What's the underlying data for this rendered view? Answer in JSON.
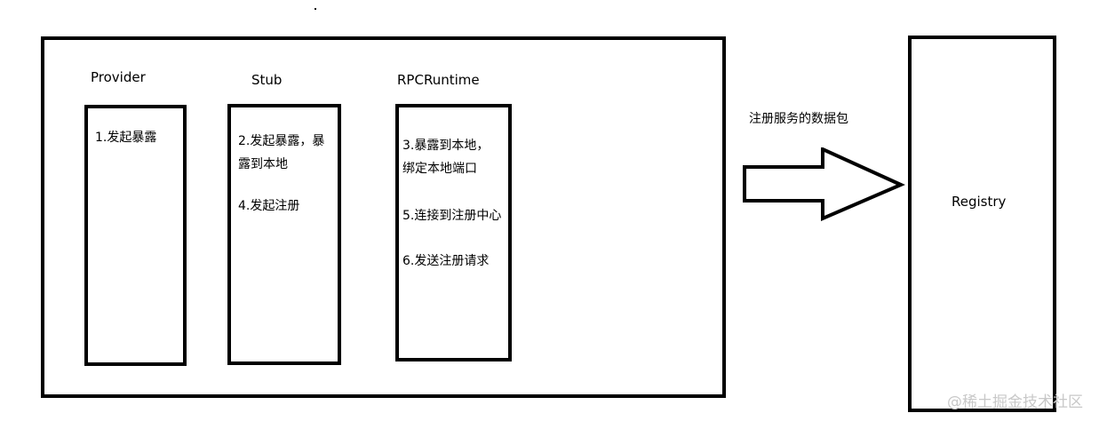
{
  "components": {
    "provider": {
      "title": "Provider",
      "steps": [
        "1.发起暴露"
      ]
    },
    "stub": {
      "title": "Stub",
      "steps": [
        "2.发起暴露，暴露到本地",
        "4.发起注册"
      ]
    },
    "rpc_runtime": {
      "title": "RPCRuntime",
      "steps": [
        "3.暴露到本地，绑定本地端口",
        "5.连接到注册中心",
        "6.发送注册请求"
      ]
    }
  },
  "registry": {
    "label": "Registry"
  },
  "arrow": {
    "label": "注册服务的数据包"
  },
  "watermark": "@稀土掘金技术社区"
}
